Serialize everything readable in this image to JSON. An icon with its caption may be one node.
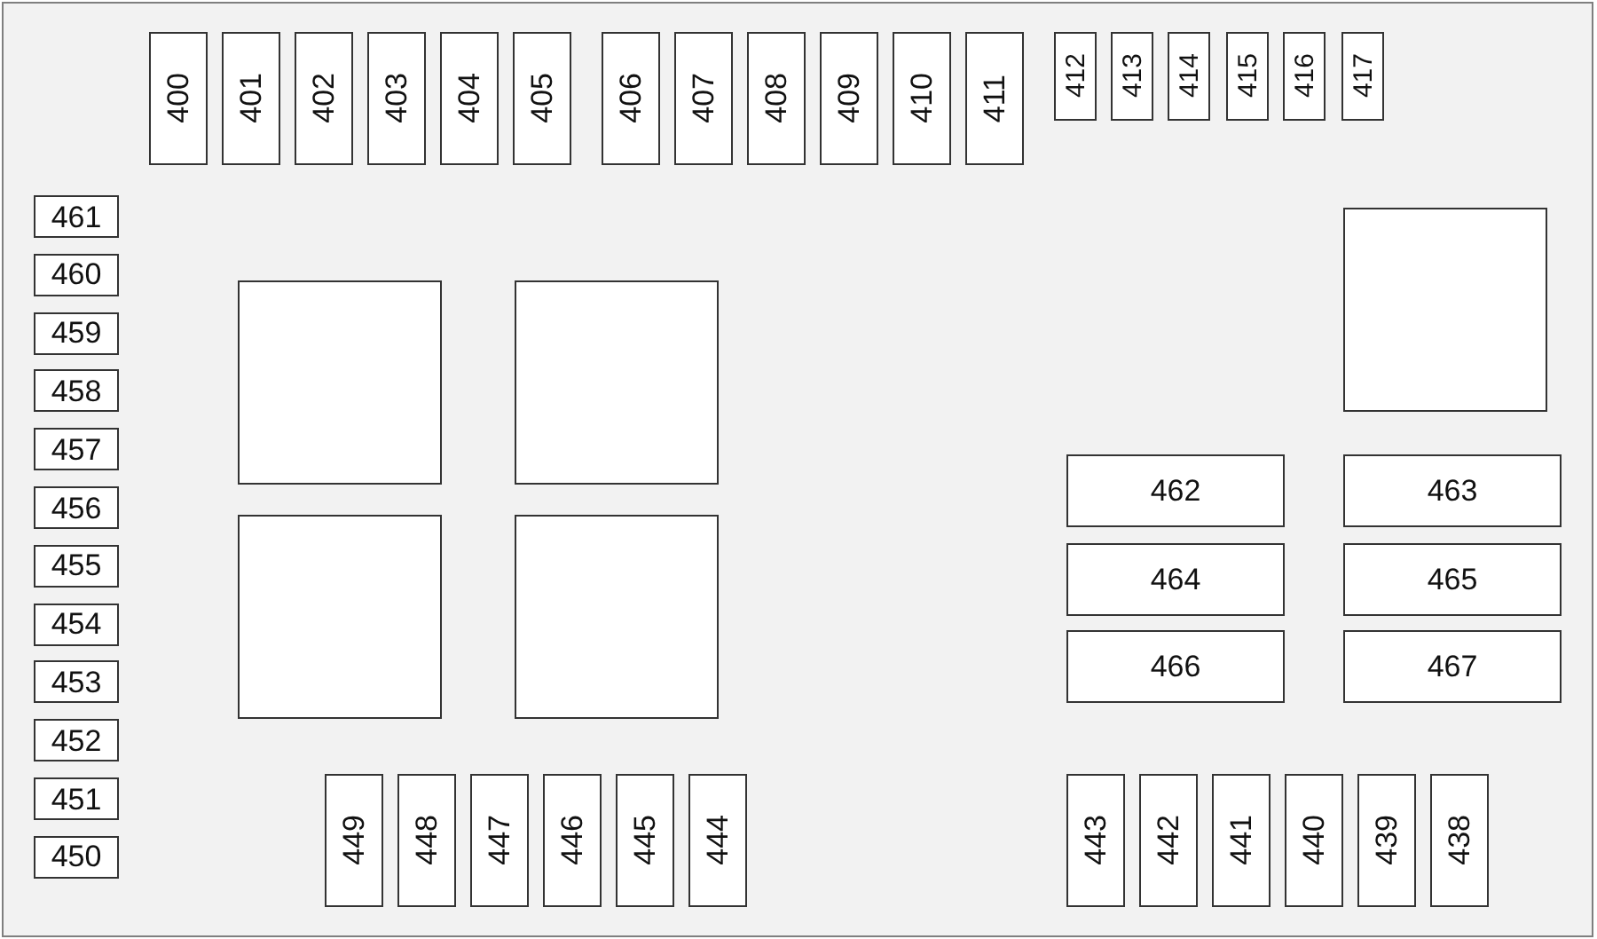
{
  "diagram": {
    "nodes": [
      {
        "text": [],
        "shape": "box"
      },
      {
        "text": [
          "400"
        ],
        "in": 0
      },
      {
        "text": [
          "401"
        ],
        "in": 0
      },
      {
        "text": [
          "402"
        ],
        "in": 0
      },
      {
        "text": [
          "403"
        ],
        "in": 0
      },
      {
        "text": [
          "404"
        ],
        "in": 0
      },
      {
        "text": [
          "405"
        ],
        "in": 0
      },
      {
        "text": [
          "406"
        ],
        "in": 0
      },
      {
        "text": [
          "407"
        ],
        "in": 0
      },
      {
        "text": [
          "408"
        ],
        "in": 0
      },
      {
        "text": [
          "409"
        ],
        "in": 0
      },
      {
        "text": [
          "410"
        ],
        "in": 0
      },
      {
        "text": [
          "411"
        ],
        "in": 0
      },
      {
        "text": [
          "412"
        ],
        "in": 0
      },
      {
        "text": [
          "413"
        ],
        "in": 0
      },
      {
        "text": [
          "414"
        ],
        "in": 0
      },
      {
        "text": [
          "415"
        ],
        "in": 0
      },
      {
        "text": [
          "416"
        ],
        "in": 0
      },
      {
        "text": [
          "417"
        ],
        "in": 0
      },
      {
        "text": [
          "461"
        ],
        "in": 0
      },
      {
        "text": [
          "460"
        ],
        "in": 0
      },
      {
        "text": [
          "459"
        ],
        "in": 0
      },
      {
        "text": [
          "458"
        ],
        "in": 0
      },
      {
        "text": [
          "457"
        ],
        "in": 0
      },
      {
        "text": [
          "456"
        ],
        "in": 0
      },
      {
        "text": [
          "455"
        ],
        "in": 0
      },
      {
        "text": [
          "454"
        ],
        "in": 0
      },
      {
        "text": [
          "453"
        ],
        "in": 0
      },
      {
        "text": [
          "452"
        ],
        "in": 0
      },
      {
        "text": [
          "451"
        ],
        "in": 0
      },
      {
        "text": [
          "450"
        ],
        "in": 0
      },
      {
        "text": [],
        "shape": "box",
        "in": 0
      },
      {
        "text": [],
        "shape": "box",
        "in": 0
      },
      {
        "text": [],
        "shape": "box",
        "in": 0
      },
      {
        "text": [],
        "shape": "box",
        "in": 0
      },
      {
        "text": [],
        "shape": "box",
        "in": 0
      },
      {
        "text": [
          "462"
        ],
        "in": 0
      },
      {
        "text": [
          "463"
        ],
        "in": 0
      },
      {
        "text": [
          "464"
        ],
        "in": 0
      },
      {
        "text": [
          "465"
        ],
        "in": 0
      },
      {
        "text": [
          "466"
        ],
        "in": 0
      },
      {
        "text": [
          "467"
        ],
        "in": 0
      },
      {
        "text": [
          "449"
        ],
        "in": 0
      },
      {
        "text": [
          "448"
        ],
        "in": 0
      },
      {
        "text": [
          "447"
        ],
        "in": 0
      },
      {
        "text": [
          "446"
        ],
        "in": 0
      },
      {
        "text": [
          "445"
        ],
        "in": 0
      },
      {
        "text": [
          "444"
        ],
        "in": 0
      },
      {
        "text": [
          "443"
        ],
        "in": 0
      },
      {
        "text": [
          "442"
        ],
        "in": 0
      },
      {
        "text": [
          "441"
        ],
        "in": 0
      },
      {
        "text": [
          "440"
        ],
        "in": 0
      },
      {
        "text": [
          "439"
        ],
        "in": 0
      },
      {
        "text": [
          "438"
        ],
        "in": 0
      }
    ]
  }
}
